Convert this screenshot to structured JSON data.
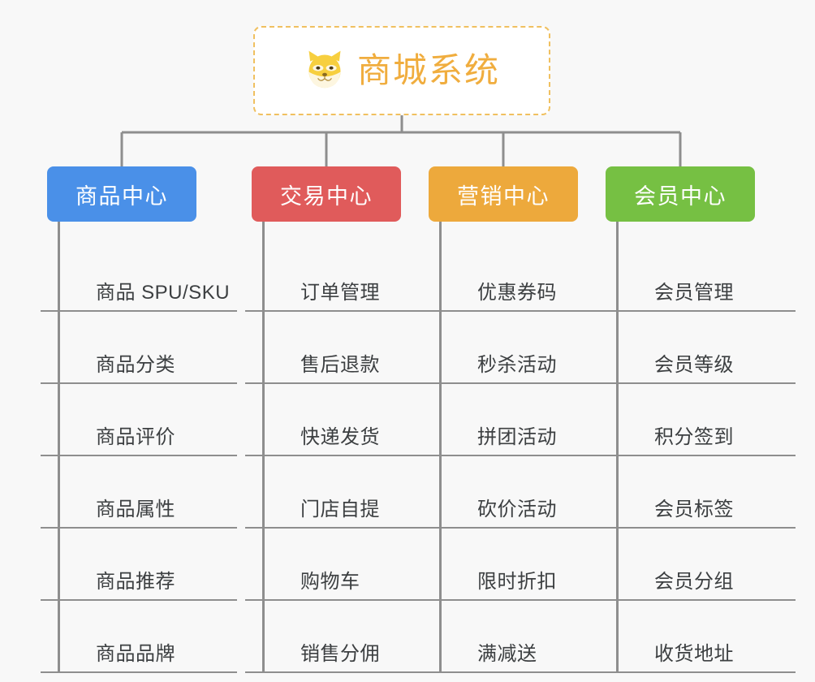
{
  "page": {
    "background_color": "#f8f8f8",
    "type": "mindmap"
  },
  "root": {
    "title": "商城系统",
    "icon": "shiba-dog-face-icon",
    "text_color": "#f0ad3e",
    "border_color": "#f0c060",
    "background_color": "#ffffff"
  },
  "categories": [
    {
      "label": "商品中心",
      "color": "#4a90e8",
      "items": [
        "商品 SPU/SKU",
        "商品分类",
        "商品评价",
        "商品属性",
        "商品推荐",
        "商品品牌"
      ]
    },
    {
      "label": "交易中心",
      "color": "#e05b5b",
      "items": [
        "订单管理",
        "售后退款",
        "快递发货",
        "门店自提",
        "购物车",
        "销售分佣"
      ]
    },
    {
      "label": "营销中心",
      "color": "#eda93c",
      "items": [
        "优惠券码",
        "秒杀活动",
        "拼团活动",
        "砍价活动",
        "限时折扣",
        "满减送"
      ]
    },
    {
      "label": "会员中心",
      "color": "#76c043",
      "items": [
        "会员管理",
        "会员等级",
        "积分签到",
        "会员标签",
        "会员分组",
        "收货地址"
      ]
    }
  ],
  "connector": {
    "color": "#8e8e8e"
  }
}
